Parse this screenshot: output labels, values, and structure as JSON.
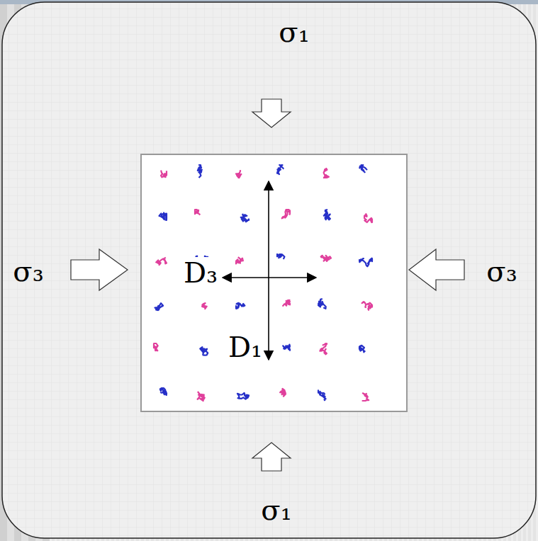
{
  "diagram": {
    "labels": [
      "σ₁",
      "σ₃",
      "σ₃",
      "σ₁",
      "D₃",
      "D₁"
    ]
  }
}
